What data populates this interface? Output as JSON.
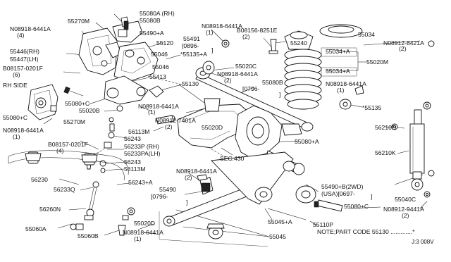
{
  "labels": {
    "l_55270m_top": "55270M",
    "l_55080a": "55080A (RH)",
    "l_55080b": "55080B",
    "l_08918_4_top": "N08918-6441A",
    "l_08918_4_top_qty": "(4)",
    "l_55490a_top": "55490+A",
    "l_55491": "55491",
    "l_55120": "55120",
    "l_0896": "[0896-",
    "l_0896_end": "]",
    "l_55446": "55446(RH)",
    "l_55447": "55447(LH)",
    "l_55046_a": "55046",
    "l_55135a_top": "*55135+A",
    "l_08157_6": "B08157-0201F",
    "l_08157_6_qty": "(6)",
    "l_55046_b": "55046",
    "l_55413": "55413",
    "l_rh_side": "RH SIDE",
    "l_55080c_left": "55080+C",
    "l_55080c_mid": "55080+C",
    "l_55020b": "55020B",
    "l_55130": "55130",
    "l_55270m_left": "55270M",
    "l_08918_left": "N08918-6441A",
    "l_08918_left_qty": "(1)",
    "l_08918_mid1": "N08918-6441A",
    "l_08918_mid1_qty": "(1)",
    "l_08918_top_r": "N08918-6441A",
    "l_08918_top_r_qty": "(1)",
    "l_08156": "B08156-8251E",
    "l_08156_qty": "(2)",
    "l_55240": "55240",
    "l_55034": "55034",
    "l_08912_8421": "N08912-8421A",
    "l_08912_8421_qty": "(2)",
    "l_55034a": "55034+A",
    "l_55020c": "55020C",
    "l_55020m": "55020M",
    "l_55034a_b": "55034+A",
    "l_08918_r2": "N08918-6441A",
    "l_08918_r2_qty": "(2)",
    "l_0796_top": "[0796-",
    "l_0796_top_end": "]",
    "l_08918_r3": "N08918-6441A",
    "l_08918_r3_qty": "(1)",
    "l_55135_r": "*55135",
    "l_08912_7401": "N08912-7401A",
    "l_08912_7401_qty": "(2)",
    "l_55020d": "55020D",
    "l_56210d": "56210D",
    "l_56113m_a": "56113M",
    "l_56243_a": "56243",
    "l_08157_4": "B08157-0201F",
    "l_08157_4_qty": "(4)",
    "l_56233p": "56233P (RH)",
    "l_56233pa": "56233PA(LH)",
    "l_56243_b": "56243",
    "l_56113m_b": "56113M",
    "l_sec430": "SEC.430",
    "l_55080a_r": "55080+A",
    "l_56210k": "56210K",
    "l_56230": "56230",
    "l_56233q": "56233Q",
    "l_56243a": "56243+A",
    "l_08918_low": "N08918-6441A",
    "l_08918_low_qty": "(2)",
    "l_55490": "55490",
    "l_0796_low": "[0796-",
    "l_0796_low_end": "]",
    "l_55490b": "55490+B(2WD)",
    "l_usa": "(USA)[0697-",
    "l_usa_end": "]",
    "l_55040c": "55040C",
    "l_55080c_low": "55080+C",
    "l_56260n": "56260N",
    "l_08912_9441": "N08912-9441A",
    "l_08912_9441_qty": "(2)",
    "l_55060a": "55060A",
    "l_55020d_low": "55020D",
    "l_55045a": "55045+A",
    "l_55110p": "55110P",
    "l_55060b": "55060B",
    "l_08918_bot": "N08918-6441A",
    "l_08918_bot_qty": "(1)",
    "l_55045": "55045",
    "l_note": "NOTE;PART CODE 55130 .............*",
    "l_code": "J:3 008V"
  }
}
